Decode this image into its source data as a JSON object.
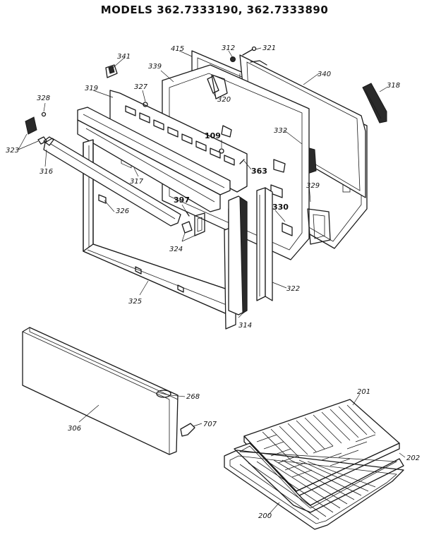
{
  "title": "MODELS 362.7333190, 362.7333890",
  "labels": {
    "p415": "415",
    "p312": "312",
    "p321": "321",
    "p341": "341",
    "p339": "339",
    "p340": "340",
    "p318": "318",
    "p319": "319",
    "p327": "327",
    "p320": "320",
    "p328": "328",
    "p109": "109",
    "p332": "332",
    "p323": "323",
    "p316": "316",
    "p317": "317",
    "p363": "363",
    "p329": "329",
    "p326": "326",
    "p397": "397",
    "p330": "330",
    "p324": "324",
    "p325": "325",
    "p322": "322",
    "p314": "314",
    "p268": "268",
    "p306": "306",
    "p707": "707",
    "p201": "201",
    "p202": "202",
    "p200": "200"
  }
}
